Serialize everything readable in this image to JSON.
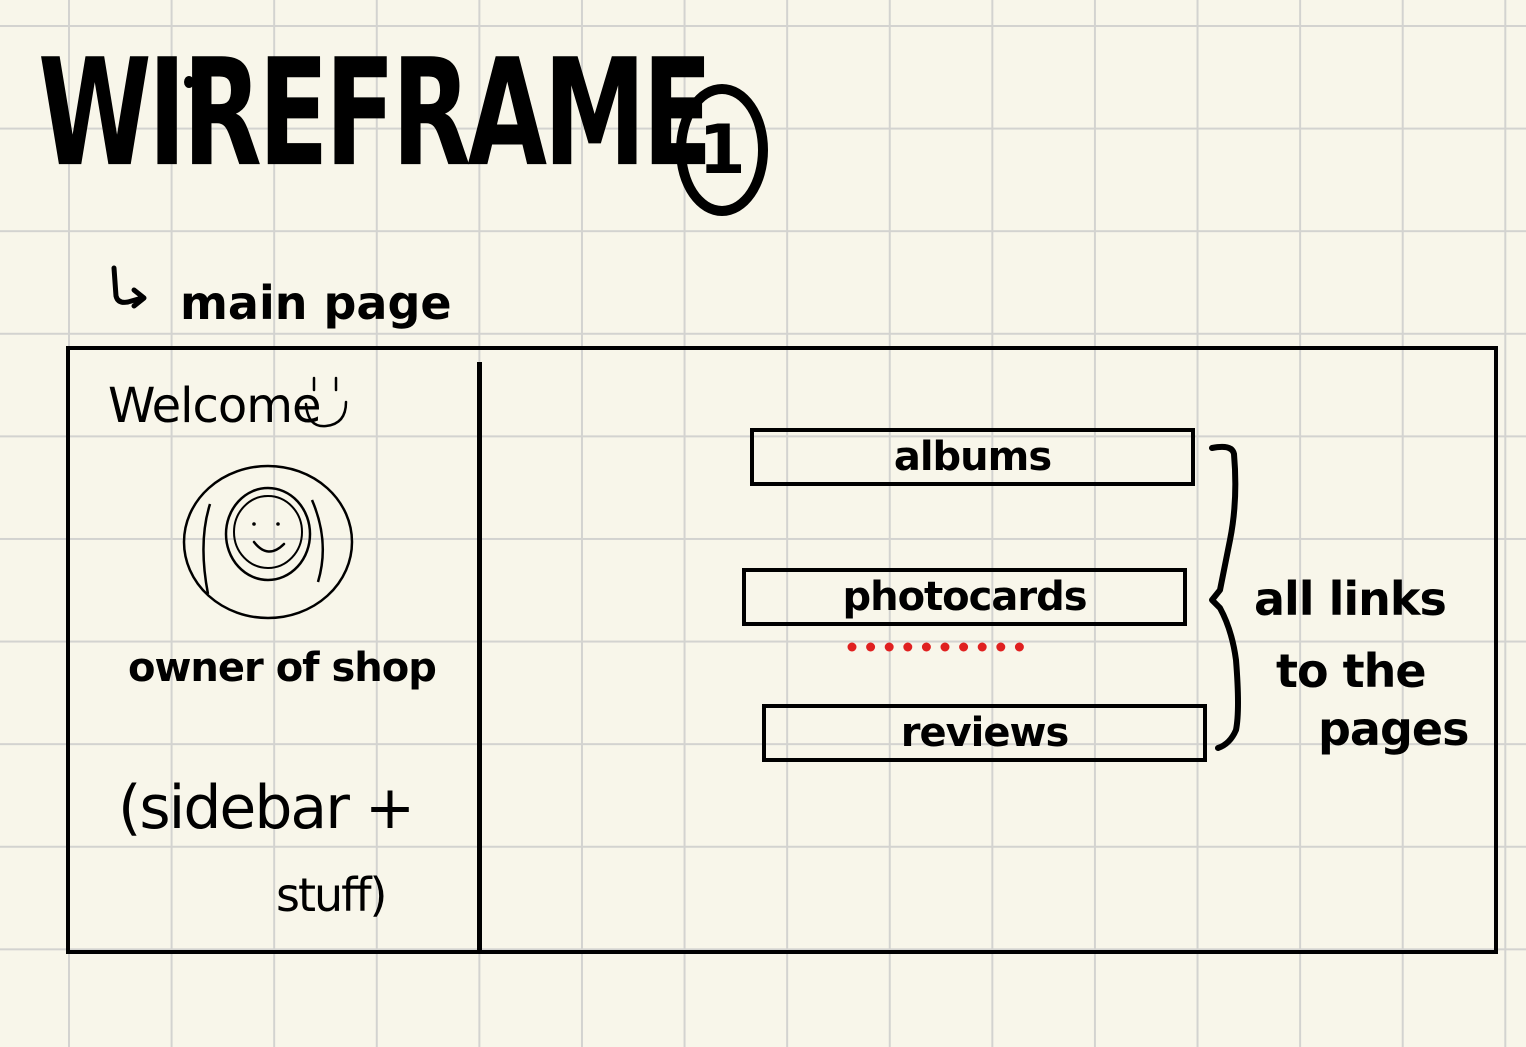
{
  "title": {
    "text": "WIREFRAME",
    "number": "1"
  },
  "subtitle": {
    "text": "main page",
    "arrow_icon": "return-arrow-icon"
  },
  "sidebar": {
    "welcome_text": "Welcome",
    "welcome_icon": "smiley-icon",
    "avatar_icon": "smiley-face-avatar-icon",
    "owner_caption": "owner of shop",
    "note_line1": "(sidebar +",
    "note_line2": "stuff)"
  },
  "main": {
    "links": [
      {
        "label": "albums"
      },
      {
        "label": "photocards"
      },
      {
        "label": "reviews"
      }
    ],
    "spellcheck_color": "#e02020",
    "brace_icon": "right-curly-brace-icon",
    "annotation": {
      "line1": "all links",
      "line2": "to the",
      "line3": "pages"
    }
  },
  "colors": {
    "paper": "#f8f6ea",
    "grid": "#d3d3d0",
    "ink": "#000000"
  }
}
